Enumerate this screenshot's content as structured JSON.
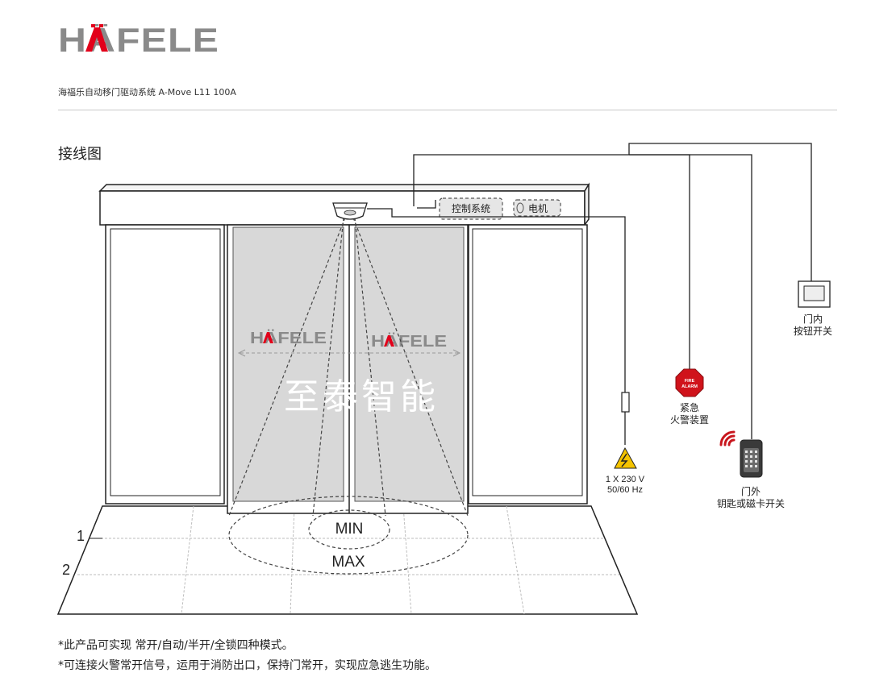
{
  "brand": {
    "logo_text": "HÄFELE",
    "accent_color": "#e2001a",
    "logo_color": "#8a8a8a"
  },
  "header": {
    "subtitle": "海福乐自动移门驱动系统 A-Move L11 100A",
    "section_title": "接线图"
  },
  "diagram": {
    "control_system": "控制系统",
    "motor": "电机",
    "door_logo": "HÄFELE",
    "watermark": "至泰智能",
    "zone_min": "MIN",
    "zone_max": "MAX",
    "zone_1": "1",
    "zone_2": "2",
    "power_line1": "1 X 230 V",
    "power_line2": "50/60 Hz",
    "fire_alarm_badge_1": "FIRE",
    "fire_alarm_badge_2": "ALARM",
    "fire_alarm_line1": "紧急",
    "fire_alarm_line2": "火警装置",
    "keycard_line1": "门外",
    "keycard_line2": "钥匙或磁卡开关",
    "button_line1": "门内",
    "button_line2": "按钮开关",
    "warning_color": "#f5c400",
    "fire_color": "#d0131b",
    "wifi_color": "#c8161d"
  },
  "notes": [
    "*此产品可实现 常开/自动/半开/全锁四种模式。",
    "*可连接火警常开信号，运用于消防出口，保持门常开，实现应急逃生功能。"
  ]
}
